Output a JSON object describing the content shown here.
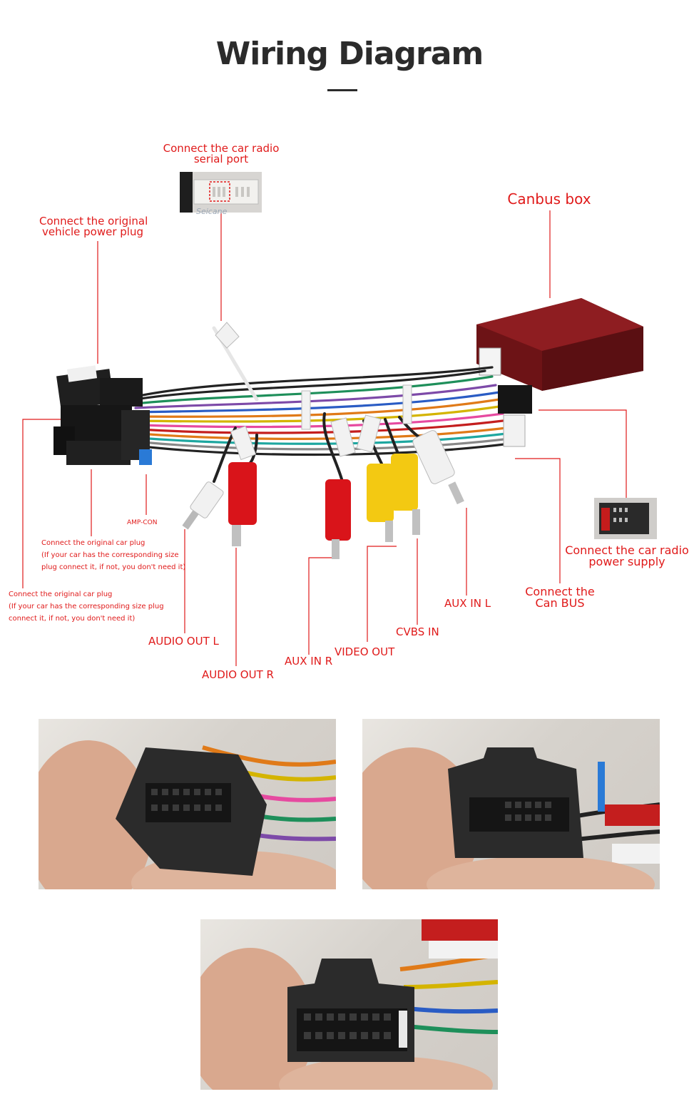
{
  "header": {
    "title": "Wiring Diagram"
  },
  "labels": {
    "serial_port": [
      "Connect the car radio",
      "serial port"
    ],
    "power_plug": [
      "Connect the original",
      "vehicle power plug"
    ],
    "canbus_box": "Canbus box",
    "radio_power": [
      "Connect the car radio",
      "power supply"
    ],
    "can_bus": [
      "Connect the",
      "Can BUS"
    ],
    "amp_con": "AMP-CON",
    "car_plug_1": [
      "Connect the original car plug",
      "(If your car has the corresponding size",
      "plug connect it, if not, you don't need it)"
    ],
    "car_plug_2": [
      "Connect the original car plug",
      "(If your car has the corresponding size plug",
      "connect it, if not, you don't need it)"
    ],
    "audio_out_l": "AUDIO OUT L",
    "audio_out_r": "AUDIO OUT R",
    "aux_in_r": "AUX IN R",
    "video_out": "VIDEO OUT",
    "cvbs_in": "CVBS IN",
    "aux_in_l": "AUX IN L"
  },
  "watermark": "Seicane",
  "colors": {
    "label_red": "#e01a1a",
    "title": "#2b2b2b",
    "canbus_box": "#7a1518"
  }
}
